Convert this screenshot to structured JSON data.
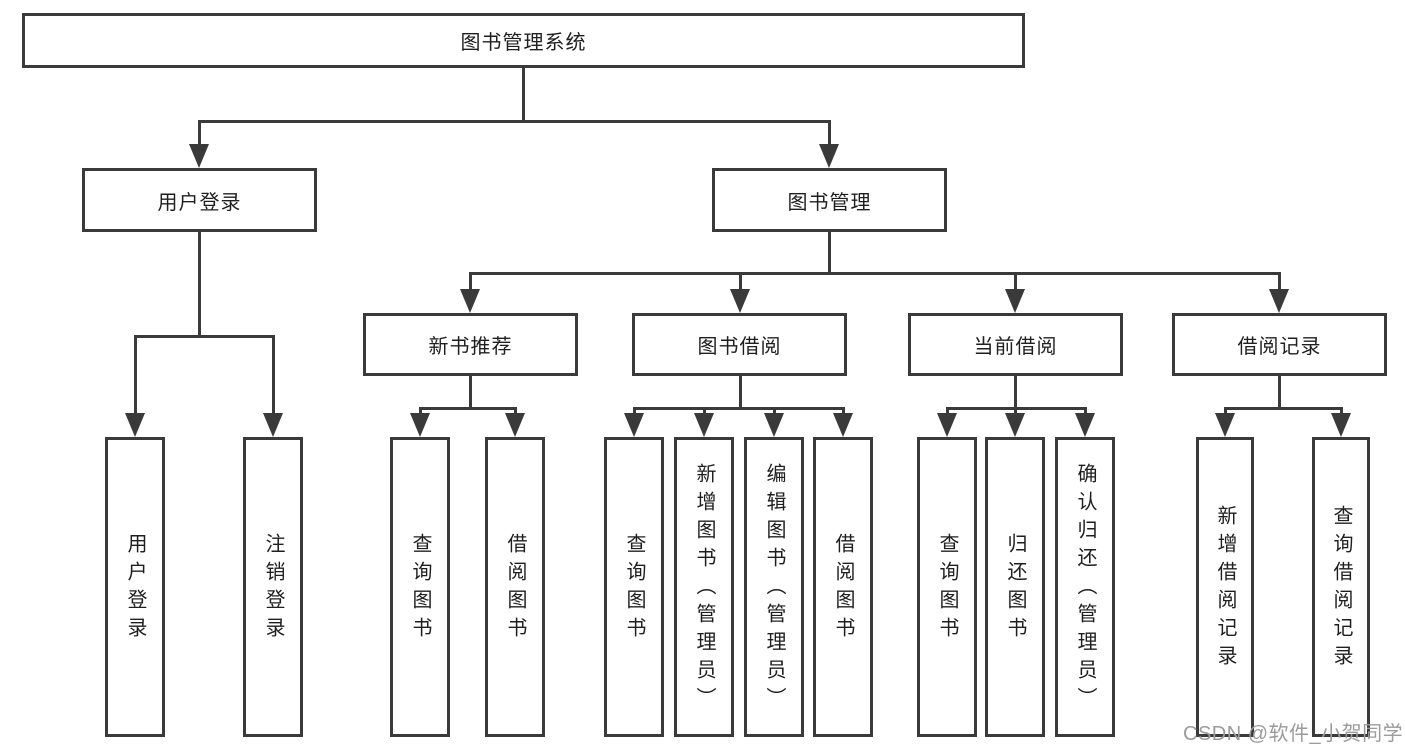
{
  "nodes": {
    "root": "图书管理系统",
    "user_login": "用户登录",
    "book_mgmt": "图书管理",
    "new_book_rec": "新书推荐",
    "book_borrow": "图书借阅",
    "current_borrow": "当前借阅",
    "borrow_record": "借阅记录",
    "leaf_user_login": "用户登录",
    "leaf_logout": "注销登录",
    "leaf_query_book_1": "查询图书",
    "leaf_borrow_book_1": "借阅图书",
    "leaf_query_book_2": "查询图书",
    "leaf_add_book": "新增图书（管理员）",
    "leaf_edit_book": "编辑图书（管理员）",
    "leaf_borrow_book_2": "借阅图书",
    "leaf_query_book_3": "查询图书",
    "leaf_return_book": "归还图书",
    "leaf_confirm_return": "确认归还（管理员）",
    "leaf_add_record": "新增借阅记录",
    "leaf_query_record": "查询借阅记录"
  },
  "watermark": {
    "text": "CSDN @软件_小贺同学"
  },
  "colors": {
    "line": "#3a3a3a",
    "text": "#1f1f1f",
    "box_background": "#ffffff",
    "page_background": "#ffffff",
    "watermark": "#9b9b9b"
  }
}
